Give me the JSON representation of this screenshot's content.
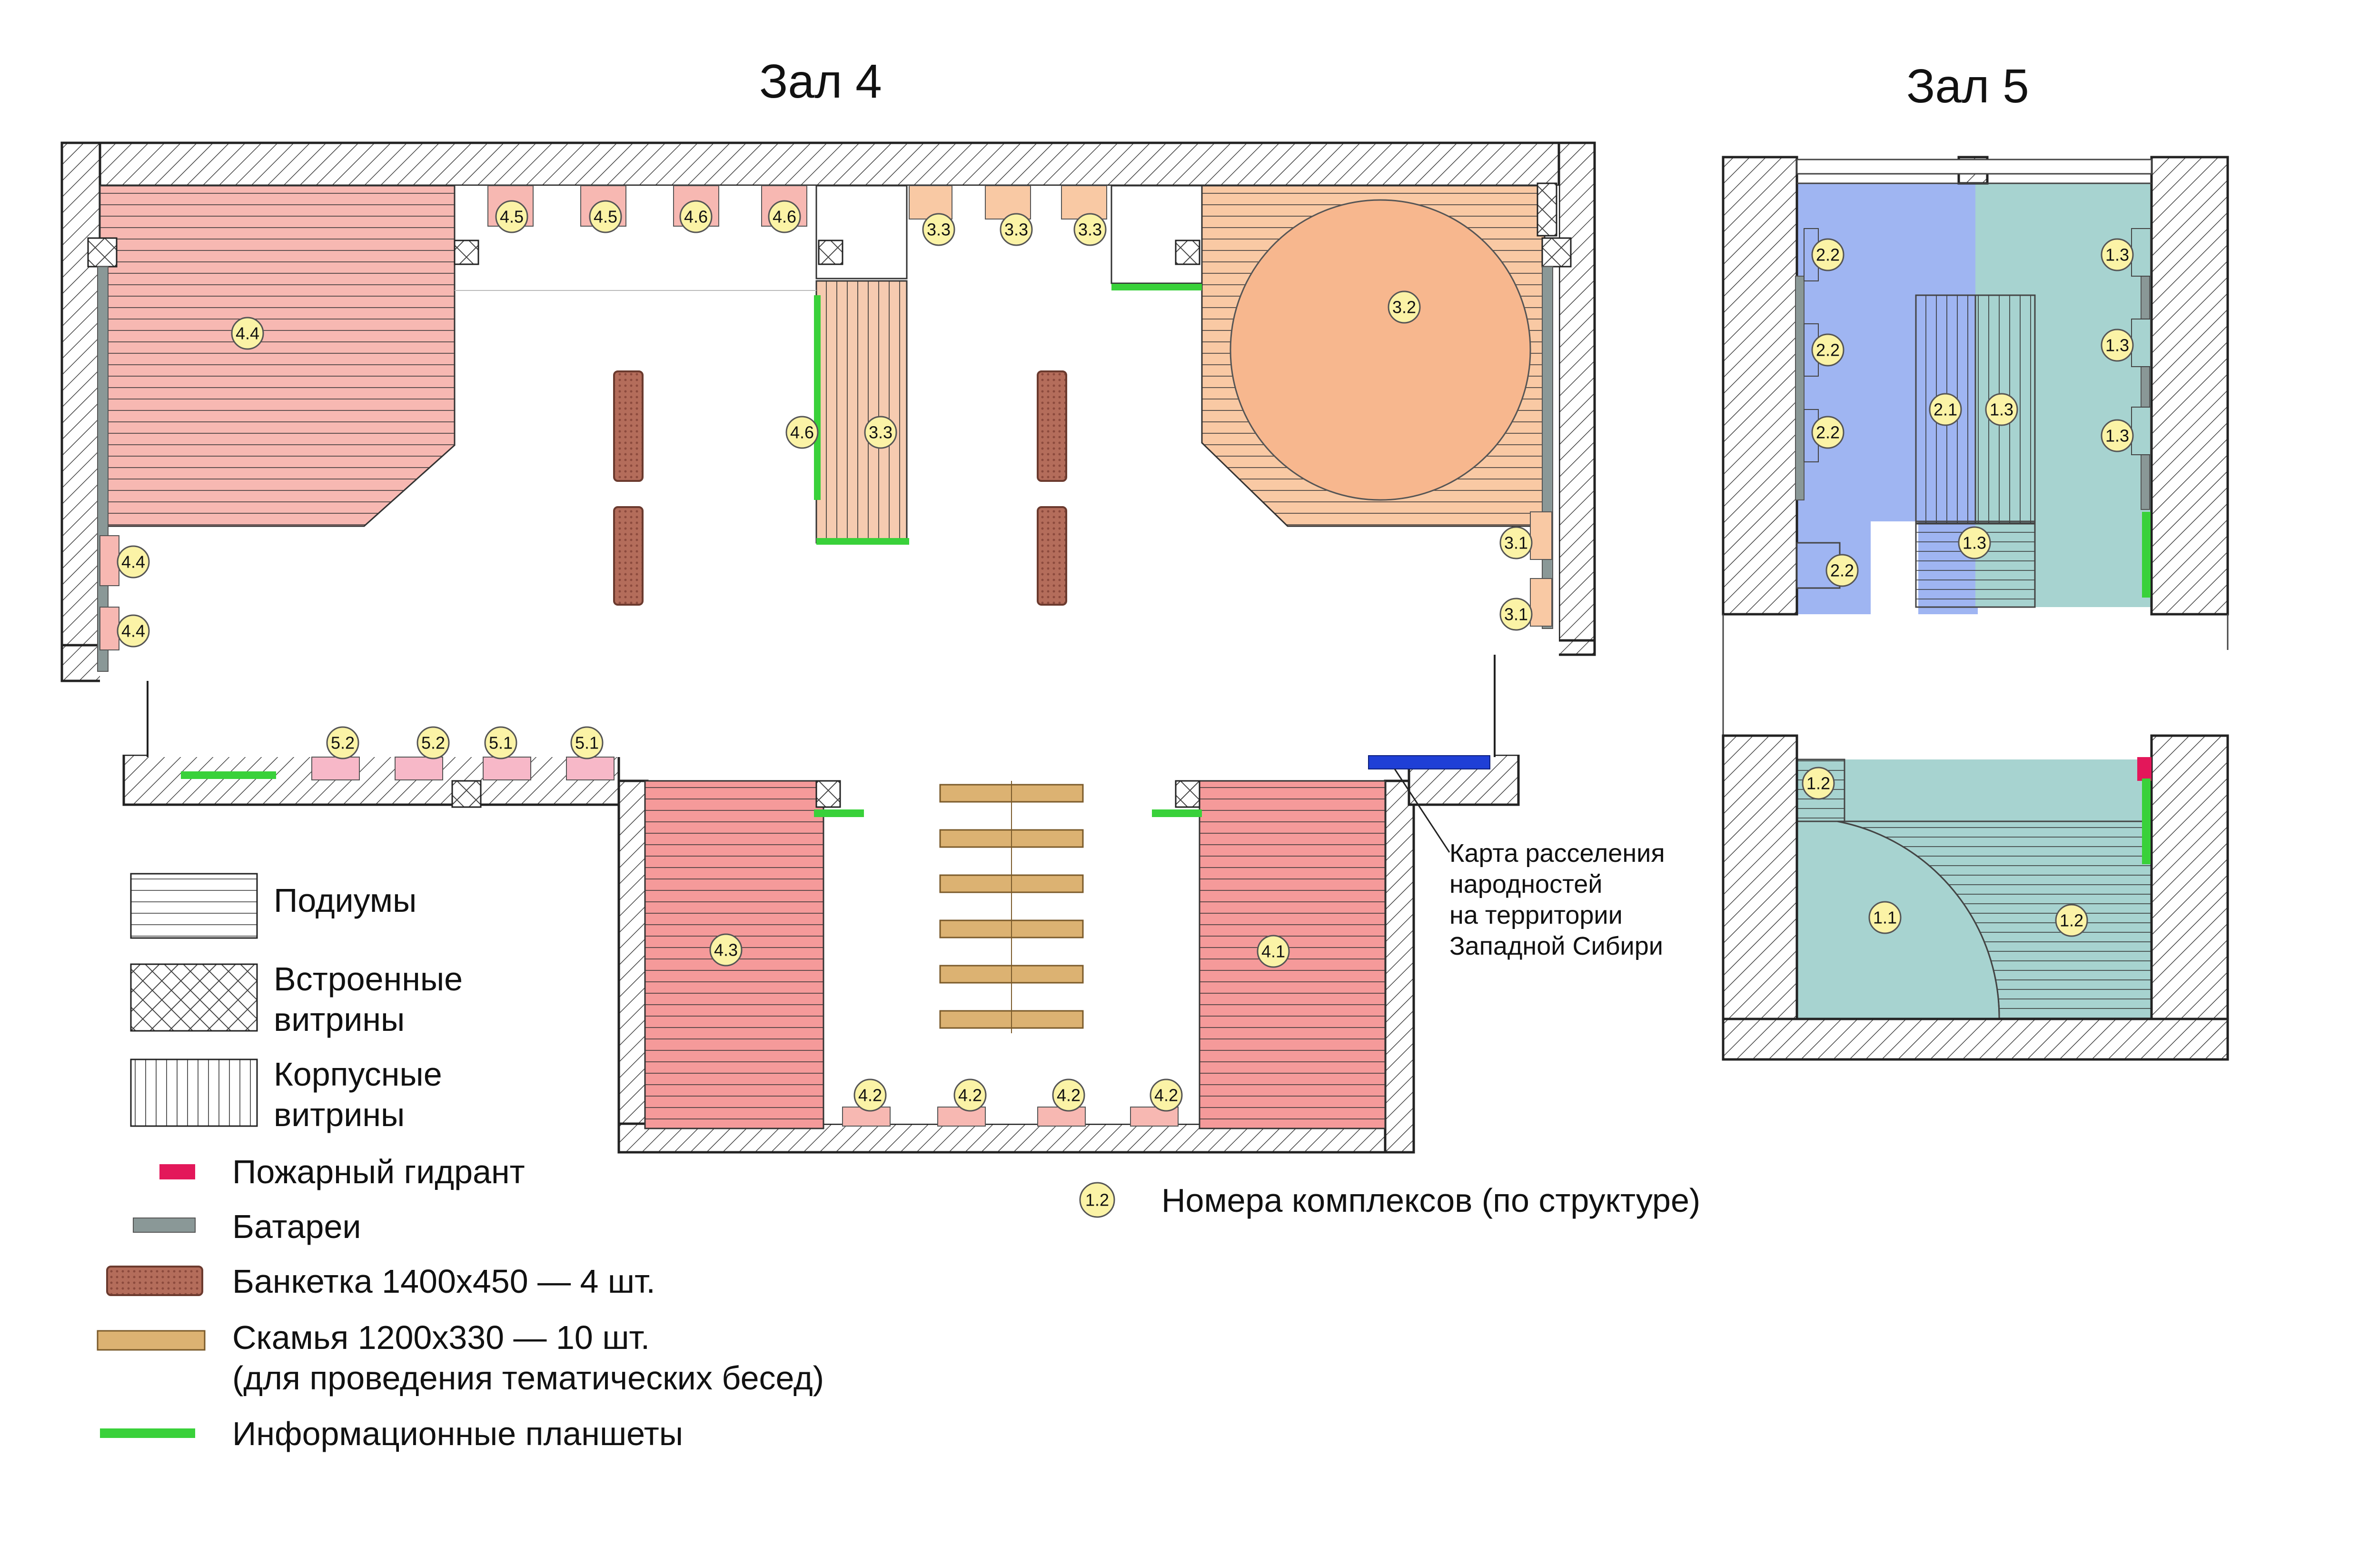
{
  "halls": {
    "hall4_title": "Зал 4",
    "hall5_title": "Зал 5"
  },
  "map_note": {
    "lines": [
      "Карта расселения",
      "народностей",
      "на территории",
      "Западной Сибири"
    ]
  },
  "legend": {
    "podiums": "Подиумы",
    "builtin_line1": "Встроенные",
    "builtin_line2": "витрины",
    "cabinet_line1": "Корпусные",
    "cabinet_line2": "витрины",
    "hydrant": "Пожарный гидрант",
    "batteries": "Батареи",
    "banketka": "Банкетка 1400х450 — 4 шт.",
    "bench_line1": "Скамья 1200х330 — 10 шт.",
    "bench_line2": "(для проведения тематических бесед)",
    "info": "Информационные планшеты",
    "complex_marker": "1.2",
    "complex_numbers": "Номера комплексов (по структуре)"
  },
  "colors": {
    "hall4_corner_podium": "#f7b8b2",
    "hall4_round_podium": "#f9c9a4",
    "hall4_side_podium": "#f59a9a",
    "hall5_blue": "#9fb5f2",
    "hall5_teal": "#a7d3d0",
    "hydrant": "#e3175a",
    "info_board": "#39d13a",
    "map_board": "#1f3fd6",
    "battery": "#8a9897"
  },
  "markers": {
    "m45a": "4.5",
    "m45b": "4.5",
    "m46a": "4.6",
    "m46b": "4.6",
    "m33a": "3.3",
    "m33b": "3.3",
    "m33c": "3.3",
    "m33d": "3.3",
    "m32": "3.2",
    "m44a": "4.4",
    "m44b": "4.4",
    "m44c": "4.4",
    "m46c": "4.6",
    "m31a": "3.1",
    "m31b": "3.1",
    "m52a": "5.2",
    "m52b": "5.2",
    "m51a": "5.1",
    "m51b": "5.1",
    "m43": "4.3",
    "m41": "4.1",
    "m42a": "4.2",
    "m42b": "4.2",
    "m42c": "4.2",
    "m42d": "4.2",
    "h22a": "2.2",
    "h22b": "2.2",
    "h22c": "2.2",
    "h22d": "2.2",
    "h21": "2.1",
    "h13a": "1.3",
    "h13b": "1.3",
    "h13c": "1.3",
    "h13d": "1.3",
    "h13e": "1.3",
    "h12a": "1.2",
    "h12b": "1.2",
    "h11": "1.1"
  }
}
